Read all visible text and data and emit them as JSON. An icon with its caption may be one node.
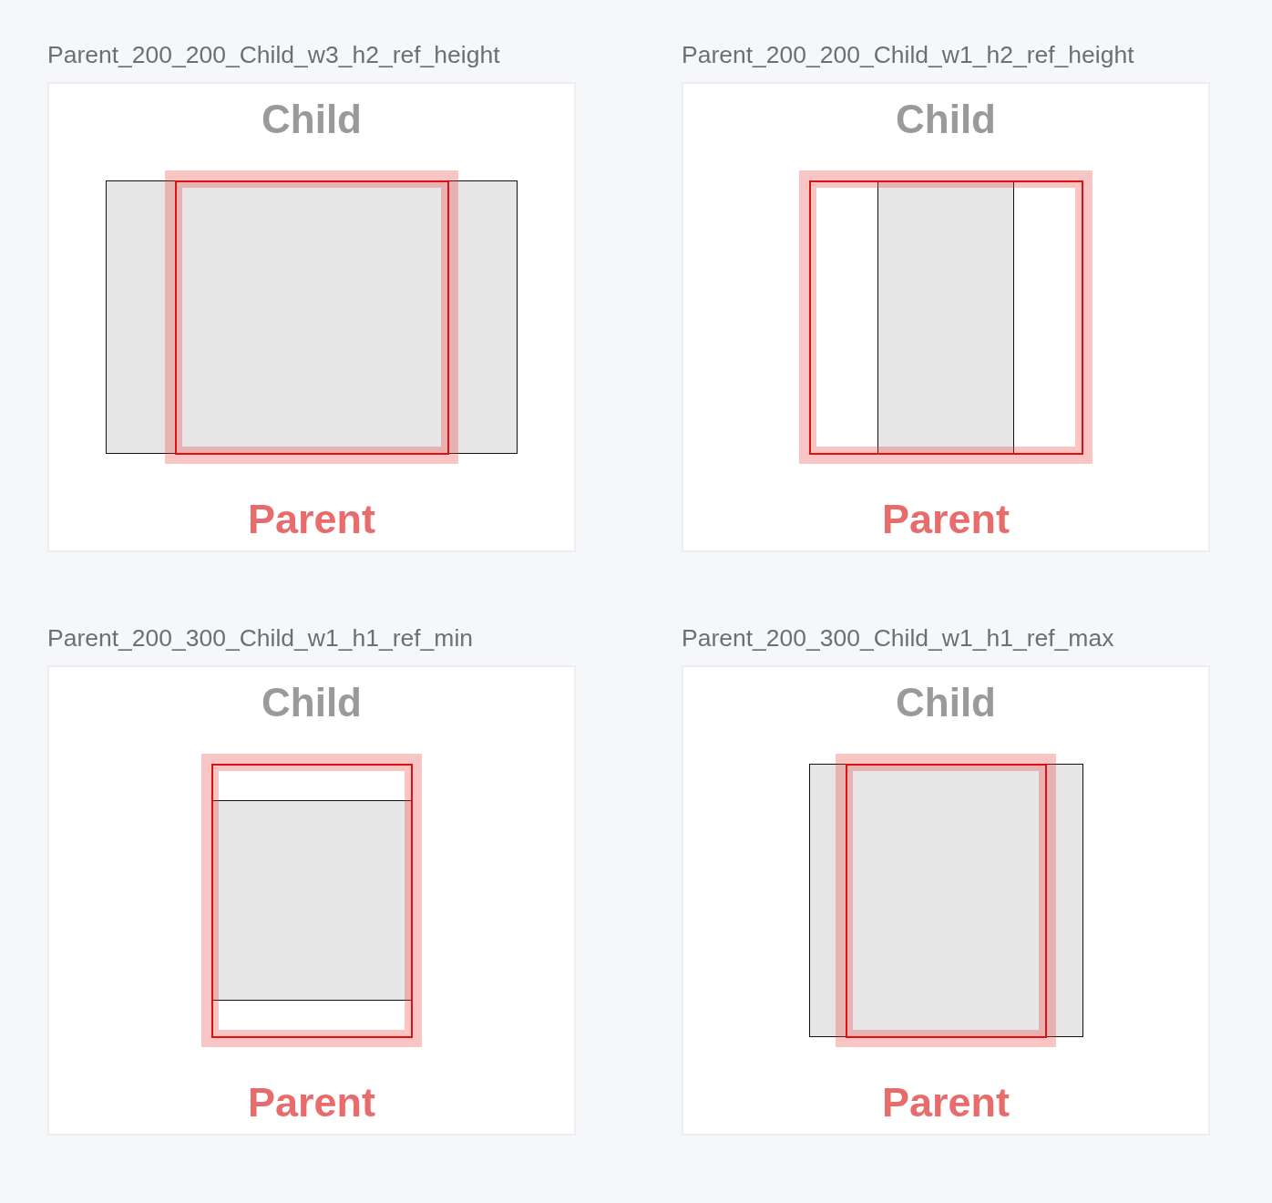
{
  "diagram": {
    "nodes": [
      {
        "text": [
          "Parent_200_200_Child_w3_h2_ref_height"
        ]
      },
      {
        "text": [
          "Child"
        ],
        "in": 0
      },
      {
        "text": [
          "Parent"
        ],
        "in": 1
      },
      {
        "text": [
          "Parent_200_200_Child_w1_h2_ref_height"
        ]
      },
      {
        "text": [
          "Parent"
        ],
        "in": 3
      },
      {
        "text": [
          "Child"
        ],
        "in": 4
      },
      {
        "text": [
          "Parent_200_300_Child_w1_h1_ref_min"
        ]
      },
      {
        "text": [
          "Parent"
        ],
        "in": 6
      },
      {
        "text": [
          "Child"
        ],
        "in": 7
      },
      {
        "text": [
          "Parent_200_300_Child_w1_h1_ref_max"
        ]
      },
      {
        "text": [
          "Child"
        ],
        "in": 9
      },
      {
        "text": [
          "Parent"
        ],
        "in": 10
      }
    ]
  }
}
